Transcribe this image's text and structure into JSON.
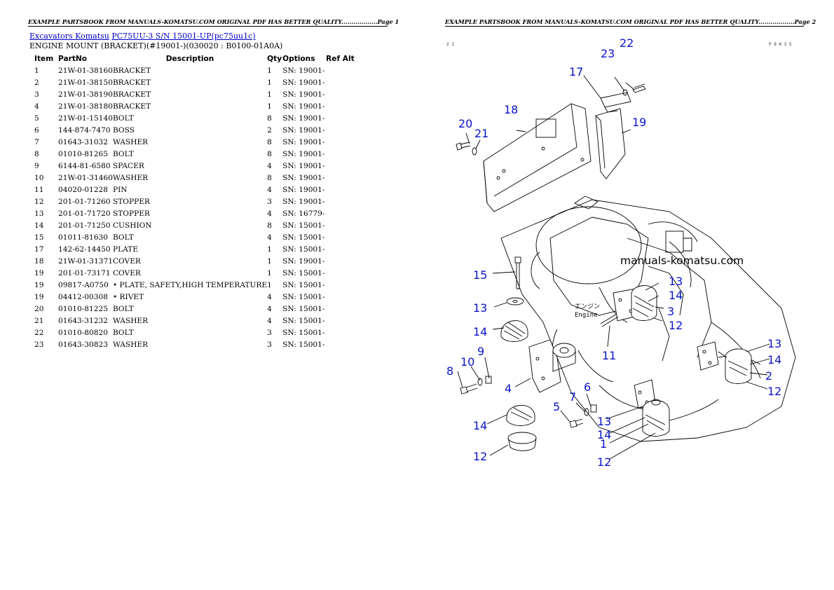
{
  "page1": {
    "header": "EXAMPLE PARTSBOOK FROM MANUALS-KOMATSU.COM ORIGINAL PDF HAS BETTER QUALITY..................Page 1",
    "breadcrumb": {
      "link1": "Excavators Komatsu",
      "link2": "PC75UU-3 S/N 15001-UP(pc75uu1c)"
    },
    "subtitle": "ENGINE MOUNT (BRACKET)(#19001-)(030020 : B0100-01A0A)",
    "columns": {
      "item": "Item",
      "partno": "PartNo",
      "description": "Description",
      "qty": "Qty",
      "options": "Options",
      "refalt": "Ref Alt"
    },
    "rows": [
      {
        "item": "1",
        "partno": "21W-01-38160",
        "description": "BRACKET",
        "qty": "1",
        "options": "SN: 19001-"
      },
      {
        "item": "2",
        "partno": "21W-01-38150",
        "description": "BRACKET",
        "qty": "1",
        "options": "SN: 19001-"
      },
      {
        "item": "3",
        "partno": "21W-01-38190",
        "description": "BRACKET",
        "qty": "1",
        "options": "SN: 19001-"
      },
      {
        "item": "4",
        "partno": "21W-01-38180",
        "description": "BRACKET",
        "qty": "1",
        "options": "SN: 19001-"
      },
      {
        "item": "5",
        "partno": "21W-01-15140",
        "description": "BOLT",
        "qty": "8",
        "options": "SN: 19001-"
      },
      {
        "item": "6",
        "partno": "144-874-7470",
        "description": "BOSS",
        "qty": "2",
        "options": "SN: 19001-"
      },
      {
        "item": "7",
        "partno": "01643-31032",
        "description": "WASHER",
        "qty": "8",
        "options": "SN: 19001-"
      },
      {
        "item": "8",
        "partno": "01010-81265",
        "description": "BOLT",
        "qty": "8",
        "options": "SN: 19001-"
      },
      {
        "item": "9",
        "partno": "6144-81-6580",
        "description": "SPACER",
        "qty": "4",
        "options": "SN: 19001-"
      },
      {
        "item": "10",
        "partno": "21W-01-31460",
        "description": "WASHER",
        "qty": "8",
        "options": "SN: 19001-"
      },
      {
        "item": "11",
        "partno": "04020-01228",
        "description": "PIN",
        "qty": "4",
        "options": "SN: 19001-"
      },
      {
        "item": "12",
        "partno": "201-01-71260",
        "description": "STOPPER",
        "qty": "3",
        "options": "SN: 19001-"
      },
      {
        "item": "13",
        "partno": "201-01-71720",
        "description": "STOPPER",
        "qty": "4",
        "options": "SN: 16779-"
      },
      {
        "item": "14",
        "partno": "201-01-71250",
        "description": "CUSHION",
        "qty": "8",
        "options": "SN: 15001-"
      },
      {
        "item": "15",
        "partno": "01011-81630",
        "description": "BOLT",
        "qty": "4",
        "options": "SN: 15001-"
      },
      {
        "item": "17",
        "partno": "142-62-14450",
        "description": "PLATE",
        "qty": "1",
        "options": "SN: 15001-"
      },
      {
        "item": "18",
        "partno": "21W-01-31371",
        "description": "COVER",
        "qty": "1",
        "options": "SN: 19001-"
      },
      {
        "item": "19",
        "partno": "201-01-73171",
        "description": "COVER",
        "qty": "1",
        "options": "SN: 15001-"
      },
      {
        "item": "19",
        "partno": "09817-A0750",
        "description": "• PLATE, SAFETY,HIGH TEMPERATURE",
        "qty": "1",
        "options": "SN: 15001-"
      },
      {
        "item": "19",
        "partno": "04412-00308",
        "description": "• RIVET",
        "qty": "4",
        "options": "SN: 15001-"
      },
      {
        "item": "20",
        "partno": "01010-81225",
        "description": "BOLT",
        "qty": "4",
        "options": "SN: 15001-"
      },
      {
        "item": "21",
        "partno": "01643-31232",
        "description": "WASHER",
        "qty": "4",
        "options": "SN: 15001-"
      },
      {
        "item": "22",
        "partno": "01010-80820",
        "description": "BOLT",
        "qty": "3",
        "options": "SN: 15001-"
      },
      {
        "item": "23",
        "partno": "01643-30823",
        "description": "WASHER",
        "qty": "3",
        "options": "SN: 15001-"
      }
    ]
  },
  "page2": {
    "header": "EXAMPLE PARTSBOOK FROM MANUALS-KOMATSU.COM ORIGINAL PDF HAS BETTER QUALITY..................Page 2",
    "corner_left": "2 1",
    "corner_right": "P 8 K 3 5",
    "watermark": "manuals-komatsu.com",
    "engine_label_jp": "エンジン",
    "engine_label_en": "Engine",
    "callouts": [
      "22",
      "23",
      "17",
      "18",
      "19",
      "20",
      "21",
      "15",
      "13",
      "14",
      "3",
      "12",
      "13",
      "14",
      "11",
      "9",
      "10",
      "8",
      "4",
      "6",
      "7",
      "5",
      "14",
      "13",
      "14",
      "1",
      "12",
      "12",
      "13",
      "14",
      "2",
      "12"
    ]
  }
}
